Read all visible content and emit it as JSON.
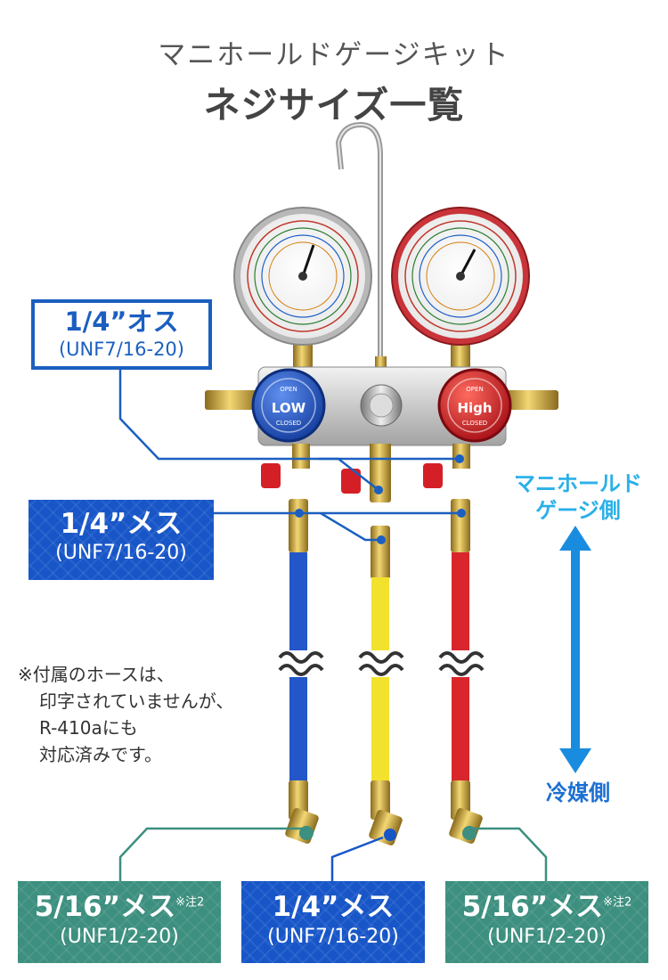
{
  "title": {
    "line1": "マニホールドゲージキット",
    "line2": "ネジサイズ一覧"
  },
  "gauges": {
    "low": {
      "knob_label": "LOW",
      "knob_top": "OPEN",
      "knob_bottom": "CLOSED",
      "color": "#1f55c8"
    },
    "high": {
      "knob_label": "High",
      "knob_top": "OPEN",
      "knob_bottom": "CLOSED",
      "color": "#d8252b"
    }
  },
  "labels": {
    "male_port": {
      "size": "1/4”オス",
      "thread": "(UNF7/16-20)"
    },
    "female_top": {
      "size": "1/4”メス",
      "thread": "(UNF7/16-20)"
    },
    "bottom_left": {
      "size": "5/16”メス",
      "note": "※注2",
      "thread": "(UNF1/2-20)"
    },
    "bottom_center": {
      "size": "1/4”メス",
      "thread": "(UNF7/16-20)"
    },
    "bottom_right": {
      "size": "5/16”メス",
      "note": "※注2",
      "thread": "(UNF1/2-20)"
    }
  },
  "sides": {
    "manifold_side": [
      "マニホールド",
      "ゲージ側"
    ],
    "refrigerant_side": "冷媒側"
  },
  "footnote": {
    "lines": [
      "※付属のホースは、",
      "印字されていませんが、",
      "R-410aにも",
      "対応済みです。"
    ]
  },
  "colors": {
    "accent_blue": "#1856c8",
    "accent_teal": "#3d8f7f",
    "arrow_blue": "#1a8ce0",
    "hose_blue": "#2357c9",
    "hose_yellow": "#f2e22e",
    "hose_red": "#d9262c"
  }
}
